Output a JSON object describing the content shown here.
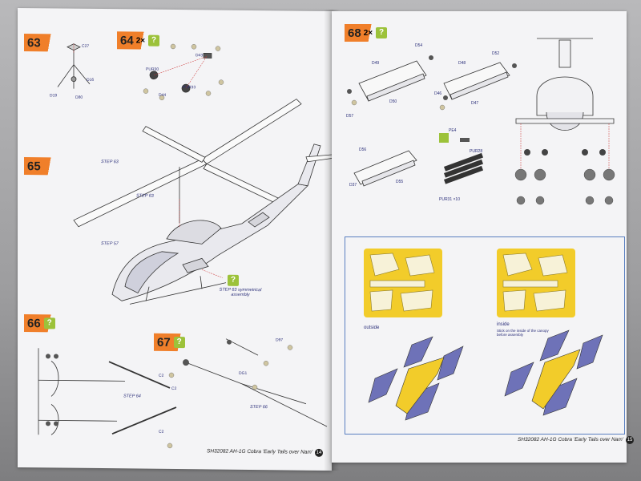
{
  "document": {
    "left_page": {
      "steps": [
        {
          "number": "63",
          "multiplier": "",
          "symbol": ""
        },
        {
          "number": "64",
          "multiplier": "2×",
          "symbol": "?"
        },
        {
          "number": "65",
          "multiplier": "",
          "symbol": ""
        },
        {
          "number": "66",
          "multiplier": "",
          "symbol": "?"
        },
        {
          "number": "67",
          "multiplier": "",
          "symbol": "?"
        }
      ],
      "part_labels": {
        "c27": "C27",
        "d16": "D16",
        "d19": "D19",
        "d80": "D80",
        "pur30": "PUR30",
        "d43": "D43",
        "d44": "D44",
        "pur33": "PUR33",
        "d97": "D97",
        "dg1": "DG1",
        "c2a": "C2",
        "c2b": "C2",
        "c2c": "C2"
      },
      "step_refs": {
        "s63": "STEP 63",
        "s63b": "STEP 63",
        "s57": "STEP 57",
        "sym_note": "STEP 63 symmetrical assembly",
        "s64": "STEP 64",
        "s66": "STEP 66"
      },
      "footer": {
        "text": "SH32082  AH-1G Cobra 'Early Tails over Nam'",
        "page_number": "14"
      }
    },
    "right_page": {
      "steps": [
        {
          "number": "68",
          "multiplier": "2×",
          "symbol": "?"
        }
      ],
      "part_labels": {
        "d54": "D54",
        "d49": "D49",
        "d57": "D57",
        "d50": "D50",
        "d48": "D48",
        "d52": "D52",
        "d46": "D46",
        "d47": "D47",
        "pe4": "PE4",
        "pur28": "PUR28",
        "d56": "D56",
        "d37": "D37",
        "d55": "D55",
        "pur31x10": "PUR31 ×10"
      },
      "mask": {
        "outside_label": "outside",
        "inside_label": "inside",
        "inside_note": "Stick on the inside of the canopy before assembly"
      },
      "footer": {
        "text": "SH32082  AH-1G Cobra 'Early Tails over Nam'",
        "page_number": "15"
      }
    },
    "colors": {
      "step_flag": "#f07f2a",
      "symbol": "#9cc23a",
      "mask": "#f2cc2a",
      "glass": "#6e72b8"
    }
  }
}
